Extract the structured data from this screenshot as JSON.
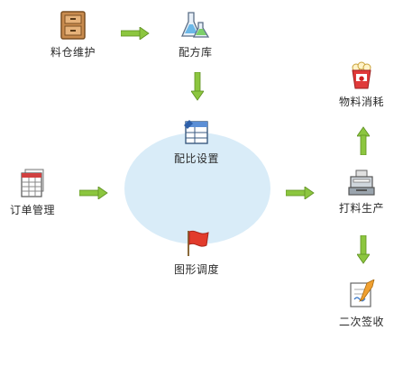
{
  "flow": {
    "nodes": {
      "material_maintenance": {
        "label": "料仓维护",
        "icon": "cabinet-icon"
      },
      "recipe_library": {
        "label": "配方库",
        "icon": "flask-icon"
      },
      "ratio_settings": {
        "label": "配比设置",
        "icon": "settings-grid-icon"
      },
      "graphic_dispatch": {
        "label": "图形调度",
        "icon": "flag-icon"
      },
      "order_management": {
        "label": "订单管理",
        "icon": "spreadsheet-icon"
      },
      "print_production": {
        "label": "打料生产",
        "icon": "cash-register-icon"
      },
      "material_consumption": {
        "label": "物料消耗",
        "icon": "popcorn-icon"
      },
      "secondary_receipt": {
        "label": "二次签收",
        "icon": "signed-document-icon"
      }
    },
    "arrow_color": "#8cc63f",
    "hub_color": "#d9ecf8"
  }
}
